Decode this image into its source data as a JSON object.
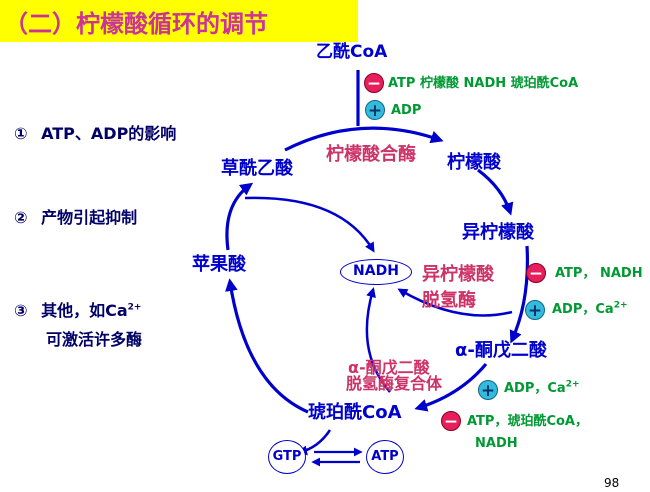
{
  "title": "（二）柠檬酸循环的调节",
  "factors": [
    {
      "num": "①",
      "text": "ATP、ADP的影响"
    },
    {
      "num": "②",
      "text": "产物引起抑制"
    },
    {
      "num": "③",
      "line1": "其他，如Ca",
      "sup": "2+",
      "line2": "可激活许多酶"
    }
  ],
  "metabolites": {
    "acetyl_coa": "乙酰CoA",
    "citrate": "柠檬酸",
    "isocitrate": "异柠檬酸",
    "ketoglutarate": "α-酮戊二酸",
    "succinyl_coa": "琥珀酰CoA",
    "malate": "苹果酸",
    "oxaloacetate": "草酰乙酸"
  },
  "enzymes": {
    "citrate_synthase": "柠檬酸合酶",
    "isocitrate_dh_line1": "异柠檬酸",
    "isocitrate_dh_line2": "脱氢酶",
    "kgdh_line1": "α-酮戊二酸",
    "kgdh_line2": "脱氢酶复合体"
  },
  "regulators": {
    "minus_sign": "−",
    "plus_sign": "+",
    "citrate_synthase_inhibitors": "ATP  柠檬酸  NADH  琥珀酰CoA",
    "citrate_synthase_activators": "ADP",
    "icdh_inhibitors": "ATP， NADH",
    "icdh_activators": "ADP，Ca",
    "kgdh_activators": "ADP，Ca",
    "kgdh_inhibitors_line1": "ATP，琥珀酰CoA，",
    "kgdh_inhibitors_line2": "NADH",
    "ca_charge": "2+"
  },
  "nadh_label": "NADH",
  "gtp_label": "GTP",
  "atp_label": "ATP",
  "page_number": "98",
  "colors": {
    "title_bg": "#ffff00",
    "title_text": "#cc3399",
    "cycle_blue": "#0000cc",
    "enzyme_pink": "#cc3366",
    "regulator_green": "#009933",
    "inhibitor_red": "#e61e5c",
    "activator_cyan": "#33bbdd"
  }
}
